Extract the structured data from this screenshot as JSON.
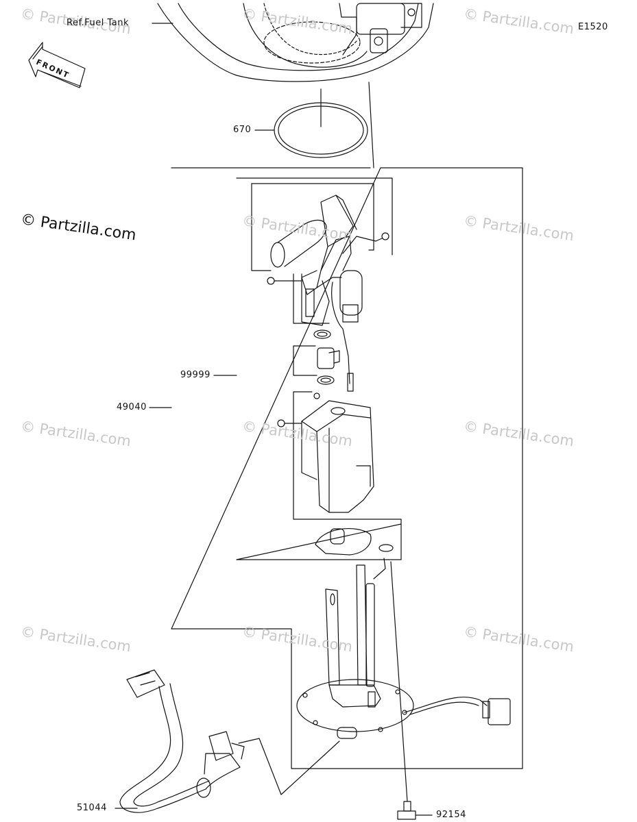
{
  "diagram": {
    "code": "E1520",
    "ref_label": "Ref.Fuel Tank",
    "front_label": "FRONT",
    "brand": "© Partzilla.com",
    "watermark": "© Partzilla.com",
    "parts": [
      {
        "id": "670"
      },
      {
        "id": "99999"
      },
      {
        "id": "49040"
      },
      {
        "id": "51044"
      },
      {
        "id": "92154"
      }
    ]
  }
}
